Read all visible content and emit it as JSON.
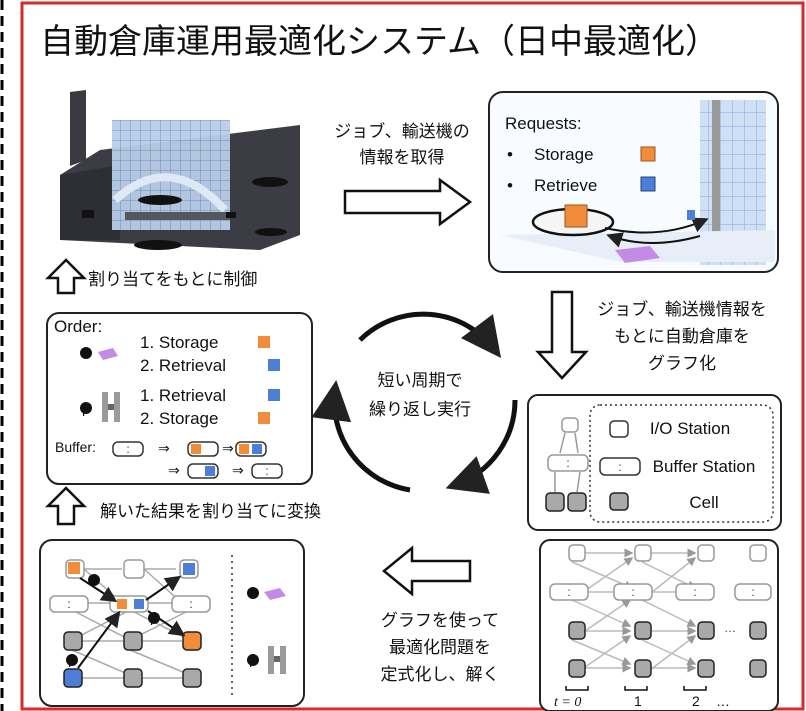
{
  "title": "自動倉庫運用最適化システム（日中最適化）",
  "top_arrow_text": [
    "ジョブ、輸送機の",
    "情報を取得"
  ],
  "requests": {
    "heading": "Requests:",
    "items": [
      {
        "bullet": "•",
        "label": "Storage",
        "color": "#f08c3a"
      },
      {
        "bullet": "•",
        "label": "Retrieve",
        "color": "#4d7fd6"
      }
    ]
  },
  "control_text": "割り当てをもとに制御",
  "graph_text": [
    "ジョブ、輸送機情報を",
    "もとに自動倉庫を",
    "グラフ化"
  ],
  "cycle_text": [
    "短い周期で",
    "繰り返し実行"
  ],
  "order": {
    "heading": "Order:",
    "alpha_symbol": "α",
    "beta_symbol": "β",
    "alpha_items": [
      "1. Storage",
      "2. Retrieval"
    ],
    "beta_items": [
      "1. Retrieval",
      "2. Storage"
    ],
    "buffer_label": "Buffer:",
    "arrow": "⇒"
  },
  "legend": {
    "io": "I/O Station",
    "buffer": "Buffer Station",
    "cell": "Cell"
  },
  "convert_text": "解いた結果を割り当てに変換",
  "solve_text": [
    "グラフを使って",
    "最適化問題を",
    "定式化し、解く"
  ],
  "timeline": {
    "t_label": "t = 0",
    "ticks": [
      "1",
      "2",
      "…"
    ],
    "ellipsis": "…"
  },
  "colors": {
    "frame_red": "#d42b2b",
    "storage": "#f08c3a",
    "retrieve": "#4d7fd6",
    "vehicle_alpha": "#c48be6",
    "cell_gray": "#a9a9a9"
  }
}
